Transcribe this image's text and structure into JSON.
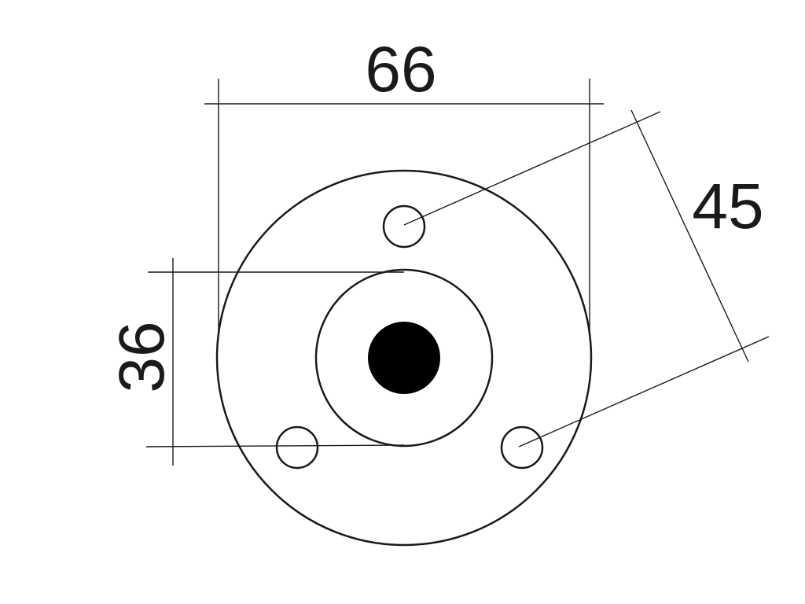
{
  "dimensions": {
    "outer_diameter": "66",
    "inner_boss_diameter": "36",
    "bolt_circle_spacing": "45"
  },
  "colors": {
    "line": "#1a1a1a",
    "background": "#ffffff",
    "center_fill": "#000000"
  }
}
